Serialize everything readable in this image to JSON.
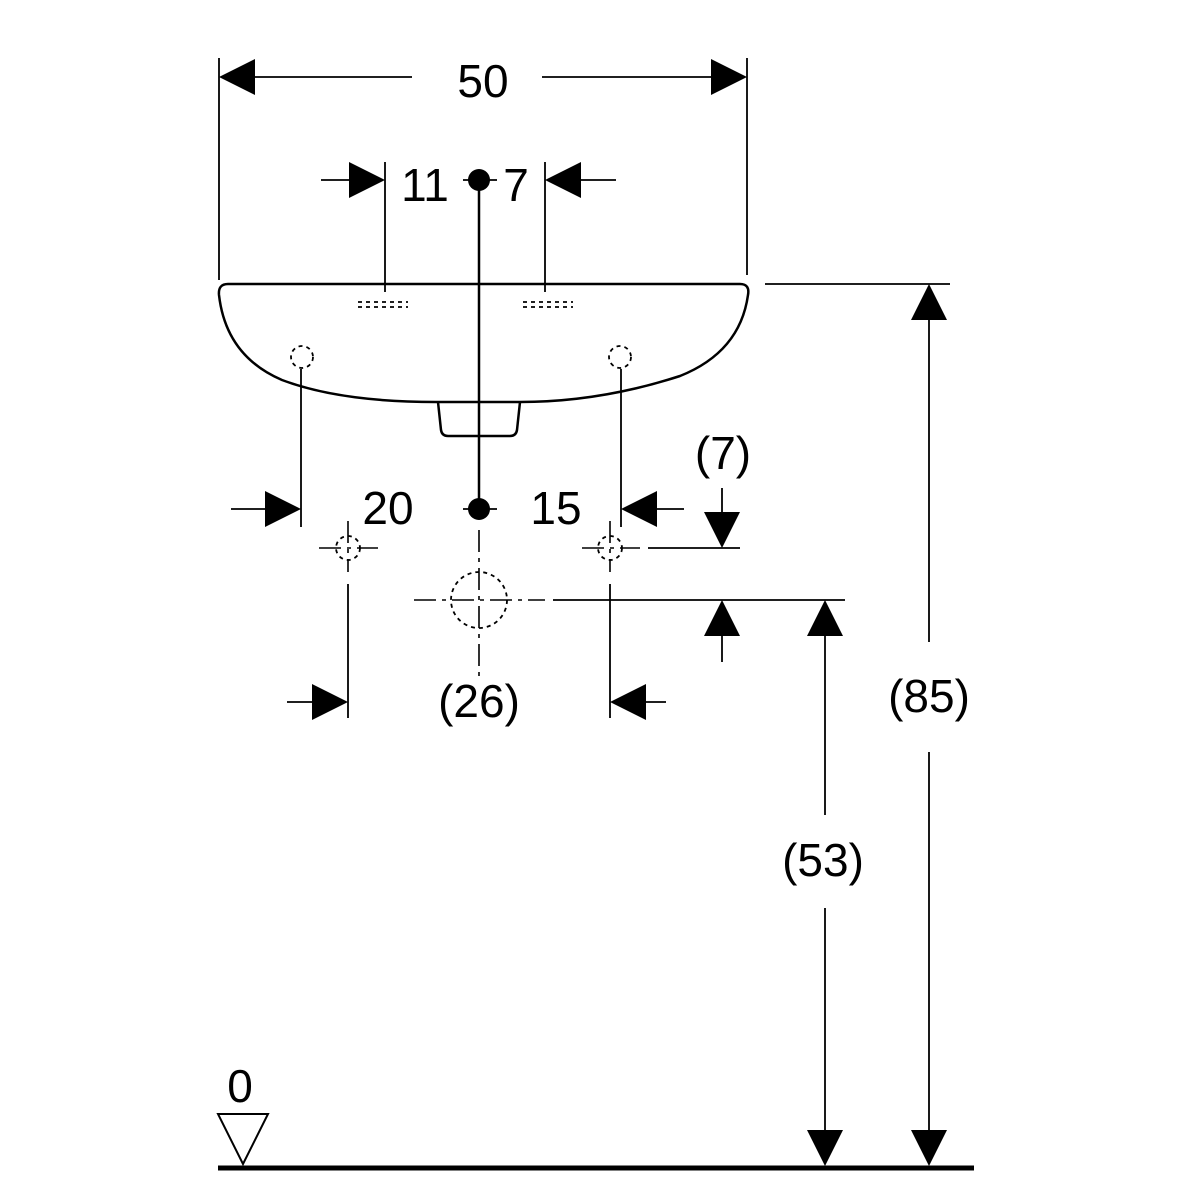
{
  "dimensions": {
    "overall_width": "50",
    "tap_left_offset": "11",
    "tap_right_offset": "7",
    "supply_left": "20",
    "supply_right": "15",
    "supply_above_drain": "(7)",
    "drain_spacing": "(26)",
    "drain_height": "(53)",
    "rim_height": "(85)",
    "floor_level": "0"
  }
}
